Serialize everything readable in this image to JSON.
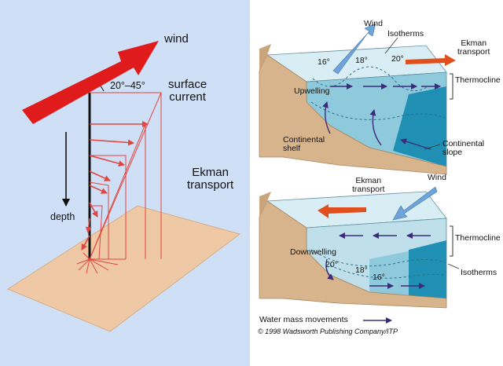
{
  "ekman_spiral": {
    "wind_label": "wind",
    "angle_label": "20°–45°",
    "surface_current_label": "surface\ncurrent",
    "ekman_transport_label": "Ekman\ntransport",
    "depth_label": "depth"
  },
  "upwelling": {
    "wind_label": "Wind",
    "isotherms_label": "Isotherms",
    "ekman_transport_label": "Ekman\ntransport",
    "thermocline_label": "Thermocline",
    "temps": [
      "16°",
      "18°",
      "20°"
    ],
    "process_label": "Upwelling",
    "shelf_label": "Continental\nshelf",
    "slope_label": "Continental\nslope"
  },
  "downwelling": {
    "ekman_transport_label": "Ekman\ntransport",
    "wind_label": "Wind",
    "thermocline_label": "Thermocline",
    "process_label": "Downwelling",
    "temps": [
      "20°",
      "18°",
      "16°"
    ],
    "isotherms_label": "Isotherms"
  },
  "legend": {
    "water_mass_label": "Water mass movements",
    "copyright": "© 1998 Wadsworth Publishing Company/ITP"
  },
  "colors": {
    "left_bg": "#cfe0f6",
    "wind_arrow": "#e01b1b",
    "seafloor": "#efc9a6",
    "current_vectors": "#e0453f",
    "water_light": "#d9eef4",
    "water_mid": "#8fc9dc",
    "water_deep": "#1f8fb3",
    "land": "#d8b48c",
    "ekman_arrow": "#e0501e",
    "flow_arrow": "#3d2a7a",
    "wind_arrow_right": "#6ea4d8"
  }
}
